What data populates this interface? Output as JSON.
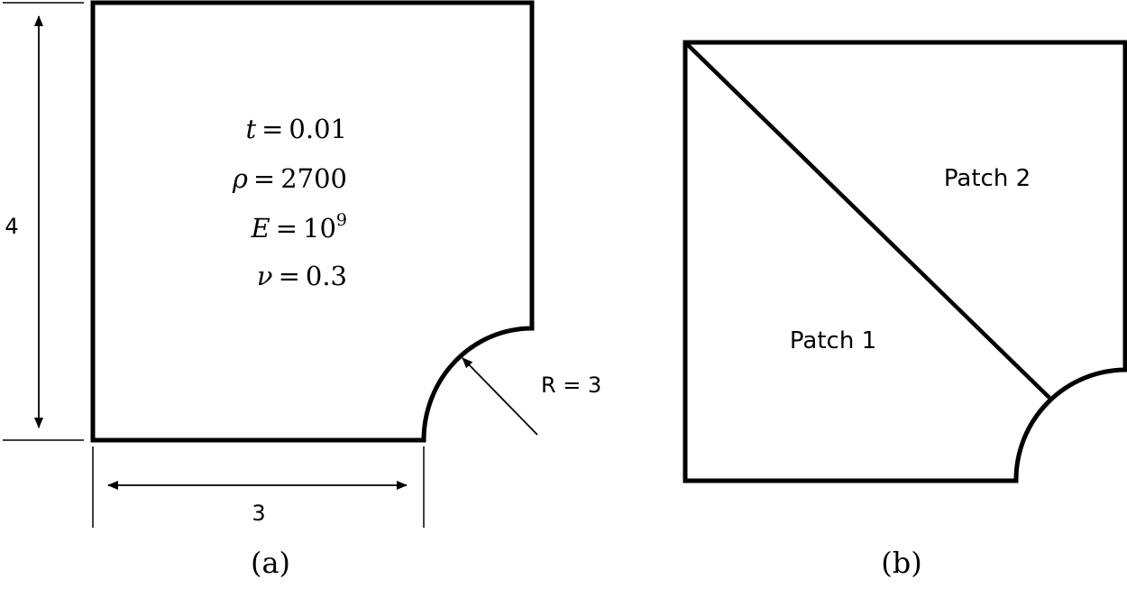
{
  "panel_a": {
    "dimension_height": "4",
    "dimension_width": "3",
    "radius_label": "R = 3",
    "caption": "(a)",
    "properties": {
      "t": {
        "symbol": "t",
        "eq": "=",
        "value": "0.01"
      },
      "rho": {
        "symbol": "ρ",
        "eq": "=",
        "value": "2700"
      },
      "E": {
        "symbol": "E",
        "eq": "=",
        "base": "10",
        "exponent": "9"
      },
      "nu": {
        "symbol": "ν",
        "eq": "=",
        "value": "0.3"
      }
    }
  },
  "panel_b": {
    "patch1_label": "Patch 1",
    "patch2_label": "Patch 2",
    "caption": "(b)"
  },
  "colors": {
    "stroke": "#000000",
    "background": "#ffffff"
  }
}
